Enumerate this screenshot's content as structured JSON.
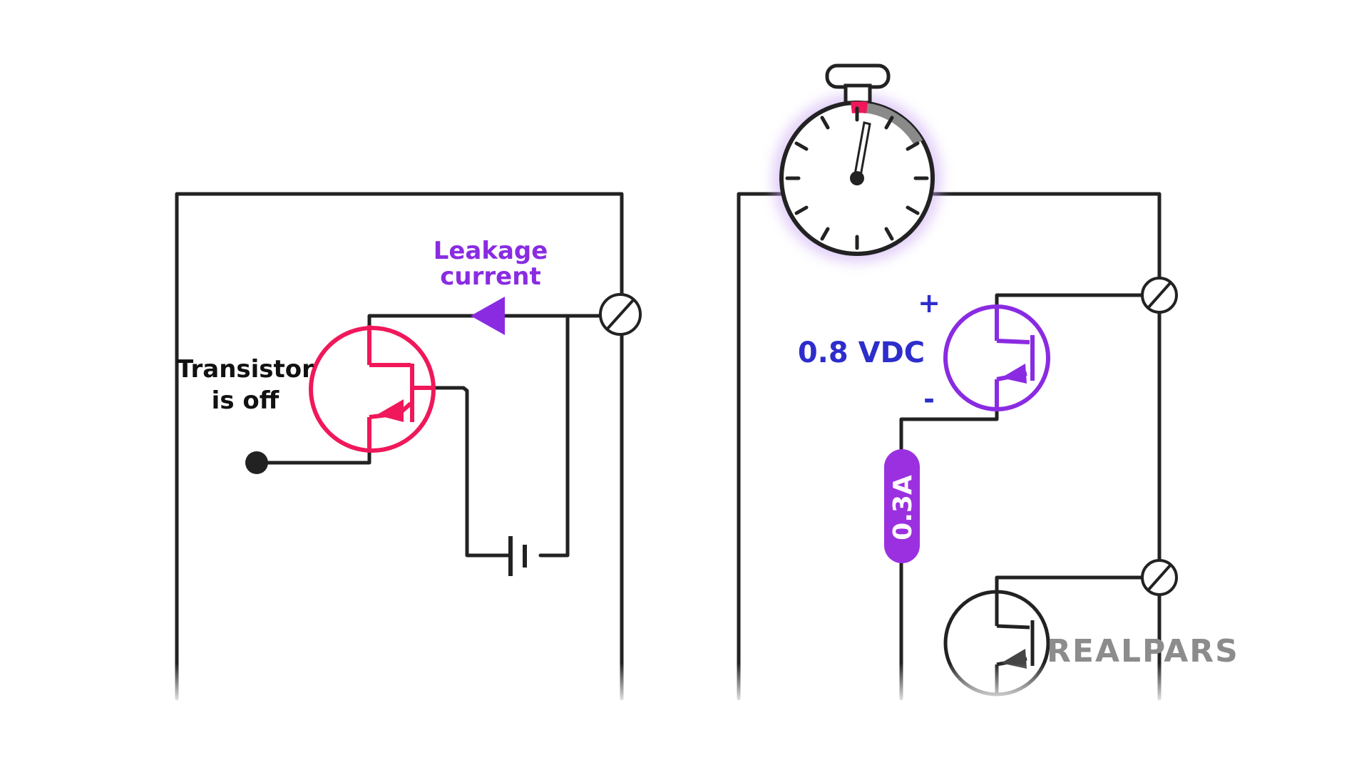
{
  "labels": {
    "leakage_line1": "Leakage",
    "leakage_line2": "current",
    "transistor_line1": "Transistor",
    "transistor_line2": "is off",
    "voltage": "0.8 VDC",
    "plus": "+",
    "minus": "-",
    "fuse": "0.3A",
    "brand": "REALPARS"
  },
  "colors": {
    "off_transistor": "#f0185a",
    "on_transistor": "#8a2be2",
    "leakage_arrow": "#8a2be2",
    "voltage_text": "#2d2dcc",
    "fuse": "#9b30e0",
    "timer_red": "#f0185a",
    "timer_glow": "#c9a6f2",
    "wire": "#222222",
    "brand": "#8c8c8c"
  },
  "icons": {
    "stopwatch": "stopwatch-icon",
    "terminal": "terminal-x-icon"
  }
}
